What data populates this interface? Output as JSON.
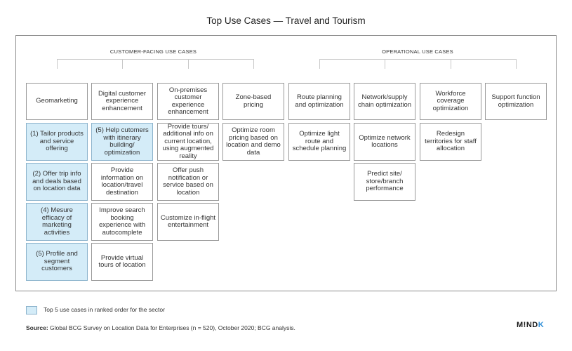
{
  "title": "Top Use Cases — Travel and Tourism",
  "groups": {
    "customer": "CUSTOMER-FACING USE CASES",
    "operational": "OPERATIONAL USE CASES"
  },
  "columns": [
    {
      "header": "Geomarketing",
      "cells": [
        {
          "text": "(1) Tailor products and service offering",
          "highlight": true
        },
        {
          "text": "(2) Offer trip info and deals based on location data",
          "highlight": true
        },
        {
          "text": "(4) Mesure efficacy of marketing activities",
          "highlight": true
        },
        {
          "text": "(5) Profile and segment customers",
          "highlight": true
        }
      ]
    },
    {
      "header": "Digital customer experience enhancement",
      "cells": [
        {
          "text": "(5) Help cutomers with itinerary building/ optimization",
          "highlight": true
        },
        {
          "text": "Provide information on location/travel destination",
          "highlight": false
        },
        {
          "text": "Improve search booking experience with autocomplete",
          "highlight": false
        },
        {
          "text": "Provide virtual tours of location",
          "highlight": false
        }
      ]
    },
    {
      "header": "On-premises customer experience enhancement",
      "cells": [
        {
          "text": "Provide tours/ additional info on current location, using augmented reality",
          "highlight": false
        },
        {
          "text": "Offer push notification or service based on location",
          "highlight": false
        },
        {
          "text": "Customize in-flight entertainment",
          "highlight": false
        }
      ]
    },
    {
      "header": "Zone-based pricing",
      "cells": [
        {
          "text": "Optimize room pricing based on location and demo data",
          "highlight": false
        }
      ]
    },
    {
      "header": "Route planning and optimization",
      "cells": [
        {
          "text": "Optimize light route and schedule planning",
          "highlight": false
        }
      ]
    },
    {
      "header": "Network/supply chain optimization",
      "cells": [
        {
          "text": "Optimize network locations",
          "highlight": false
        },
        {
          "text": "Predict site/ store/branch performance",
          "highlight": false
        }
      ]
    },
    {
      "header": "Workforce coverage optimization",
      "cells": [
        {
          "text": "Redesign territories for staff allocation",
          "highlight": false
        }
      ]
    },
    {
      "header": "Support function optimization",
      "cells": []
    }
  ],
  "legend": "Top 5 use cases in ranked order for the sector",
  "source_label": "Source:",
  "source_text": " Global BCG Survey on Location Data for Enterprises (n = 520), October 2020; BCG analysis.",
  "logo": {
    "main": "M!ND",
    "accent": "K"
  }
}
